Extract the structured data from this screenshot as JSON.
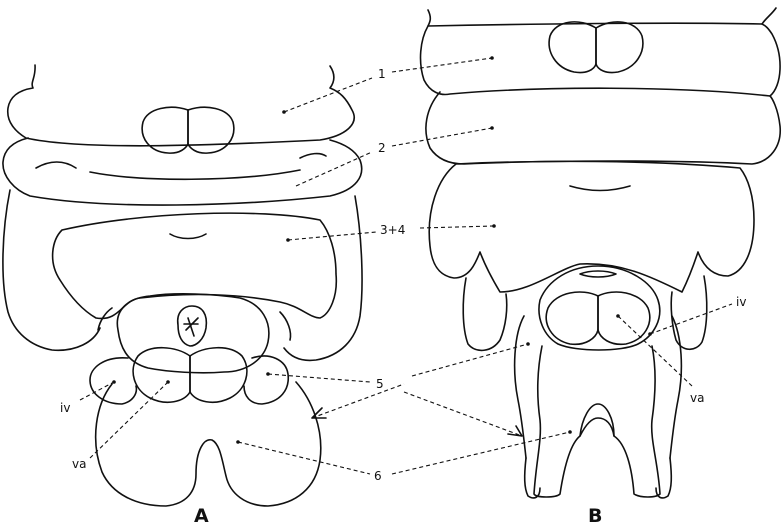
{
  "panels": {
    "a": "A",
    "b": "B"
  },
  "labels": {
    "seg1": "1",
    "seg2": "2",
    "seg34": "3+4",
    "seg5": "5",
    "seg6": "6",
    "iv_a": "iv",
    "va_a": "va",
    "iv_b": "iv",
    "va_b": "va"
  }
}
